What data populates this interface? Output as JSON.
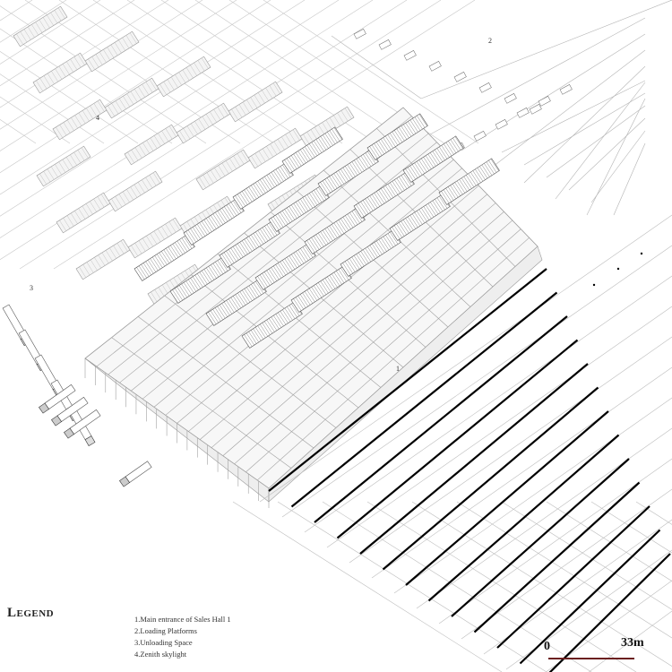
{
  "legend": {
    "title": "Legend",
    "items": [
      "1.Main entrance of Sales Hall 1",
      "2.Loading Platforms",
      "3.Unloading Space",
      "4.Zenith skylight"
    ]
  },
  "area_labels": {
    "one": "1",
    "two": "2",
    "three": "3",
    "four": "4"
  },
  "scale_bar": {
    "start": "0",
    "end": "33m"
  },
  "colors": {
    "line": "#9a9a9a",
    "stripe": "#000000",
    "scale_bar": "#6b1f1f"
  }
}
